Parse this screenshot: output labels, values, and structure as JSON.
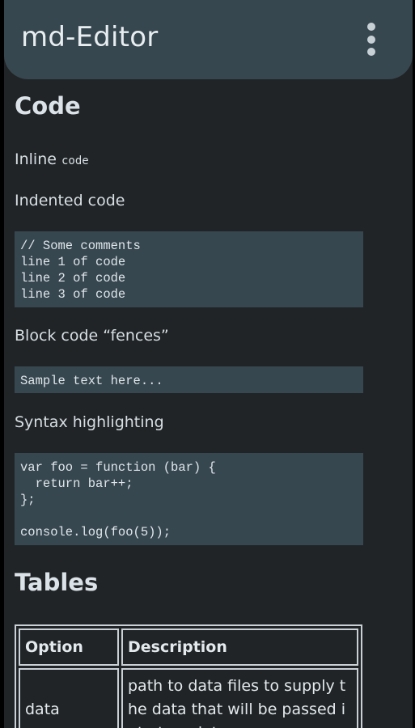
{
  "app": {
    "title": "md-Editor",
    "menu_icon": "more-vert-icon"
  },
  "doc": {
    "code_heading": "Code",
    "inline_label": "Inline",
    "inline_code": "code",
    "indented_label": "Indented code",
    "indented_lines": "// Some comments\nline 1 of code\nline 2 of code\nline 3 of code",
    "fences_label": "Block code “fences”",
    "fences_text": "Sample text here...",
    "syntax_label": "Syntax highlighting",
    "syntax_code": "var foo = function (bar) {\n  return bar++;\n};\n\nconsole.log(foo(5));",
    "tables_heading": "Tables",
    "table": {
      "headers": [
        "Option",
        "Description"
      ],
      "rows": [
        [
          "data",
          "path to data files to supply the data that will be passed into templates."
        ]
      ]
    }
  }
}
